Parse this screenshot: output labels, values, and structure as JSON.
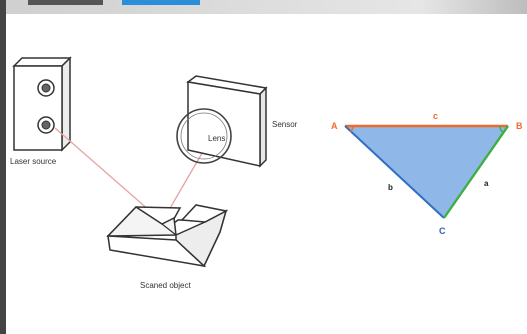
{
  "labels": {
    "laser_source": "Laser source",
    "sensor": "Sensor",
    "lens": "Lens",
    "scanned_object": "Scaned object"
  },
  "triangle": {
    "vertices": {
      "a": "A",
      "b": "B",
      "c": "C"
    },
    "sides": {
      "top": "c",
      "left": "b",
      "right": "a"
    }
  },
  "colors": {
    "laser_beam": "#e6a4a4",
    "triangle_fill": "#8fb8e8",
    "side_c": "#f06a2b",
    "side_b": "#2f6fc0",
    "side_a": "#3cb043",
    "vertex_c": "#2f5fa8",
    "tab_active": "#2a8fd8",
    "tab_dark": "#555555",
    "left_border": "#444444"
  }
}
